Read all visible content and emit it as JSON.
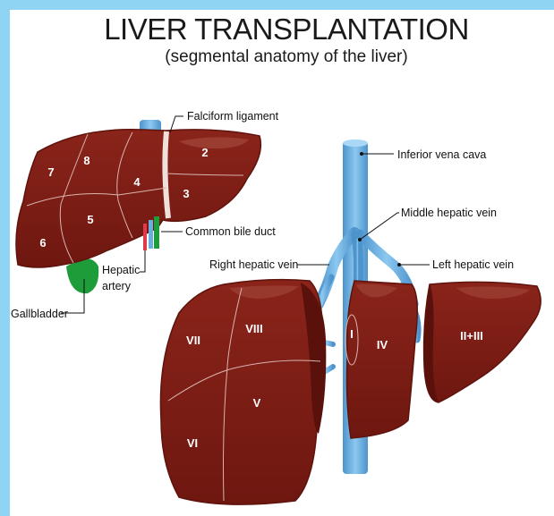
{
  "title": "LIVER TRANSPLANTATION",
  "subtitle": "(segmental anatomy of the liver)",
  "labels": {
    "falciform": "Falciform ligament",
    "common_bile_duct": "Common bile duct",
    "hepatic_artery_1": "Hepatic",
    "hepatic_artery_2": "artery",
    "gallbladder": "Gallbladder",
    "ivc": "Inferior vena cava",
    "middle_hv": "Middle hepatic vein",
    "right_hv": "Right hepatic vein",
    "left_hv": "Left hepatic vein"
  },
  "segments_whole": [
    "2",
    "3",
    "4",
    "5",
    "6",
    "7",
    "8"
  ],
  "segments_split": {
    "right_upper": [
      "VII",
      "VIII"
    ],
    "right_lower": [
      "VI",
      "V"
    ],
    "middle": [
      "I",
      "IV"
    ],
    "left": "II+III"
  },
  "colors": {
    "liver": "#7d1c14",
    "liver_edge": "#5e130d",
    "vein": "#6aaee0",
    "gallbladder": "#1f9c3a",
    "artery": "#e0394a",
    "border": "#8fd4f2"
  }
}
